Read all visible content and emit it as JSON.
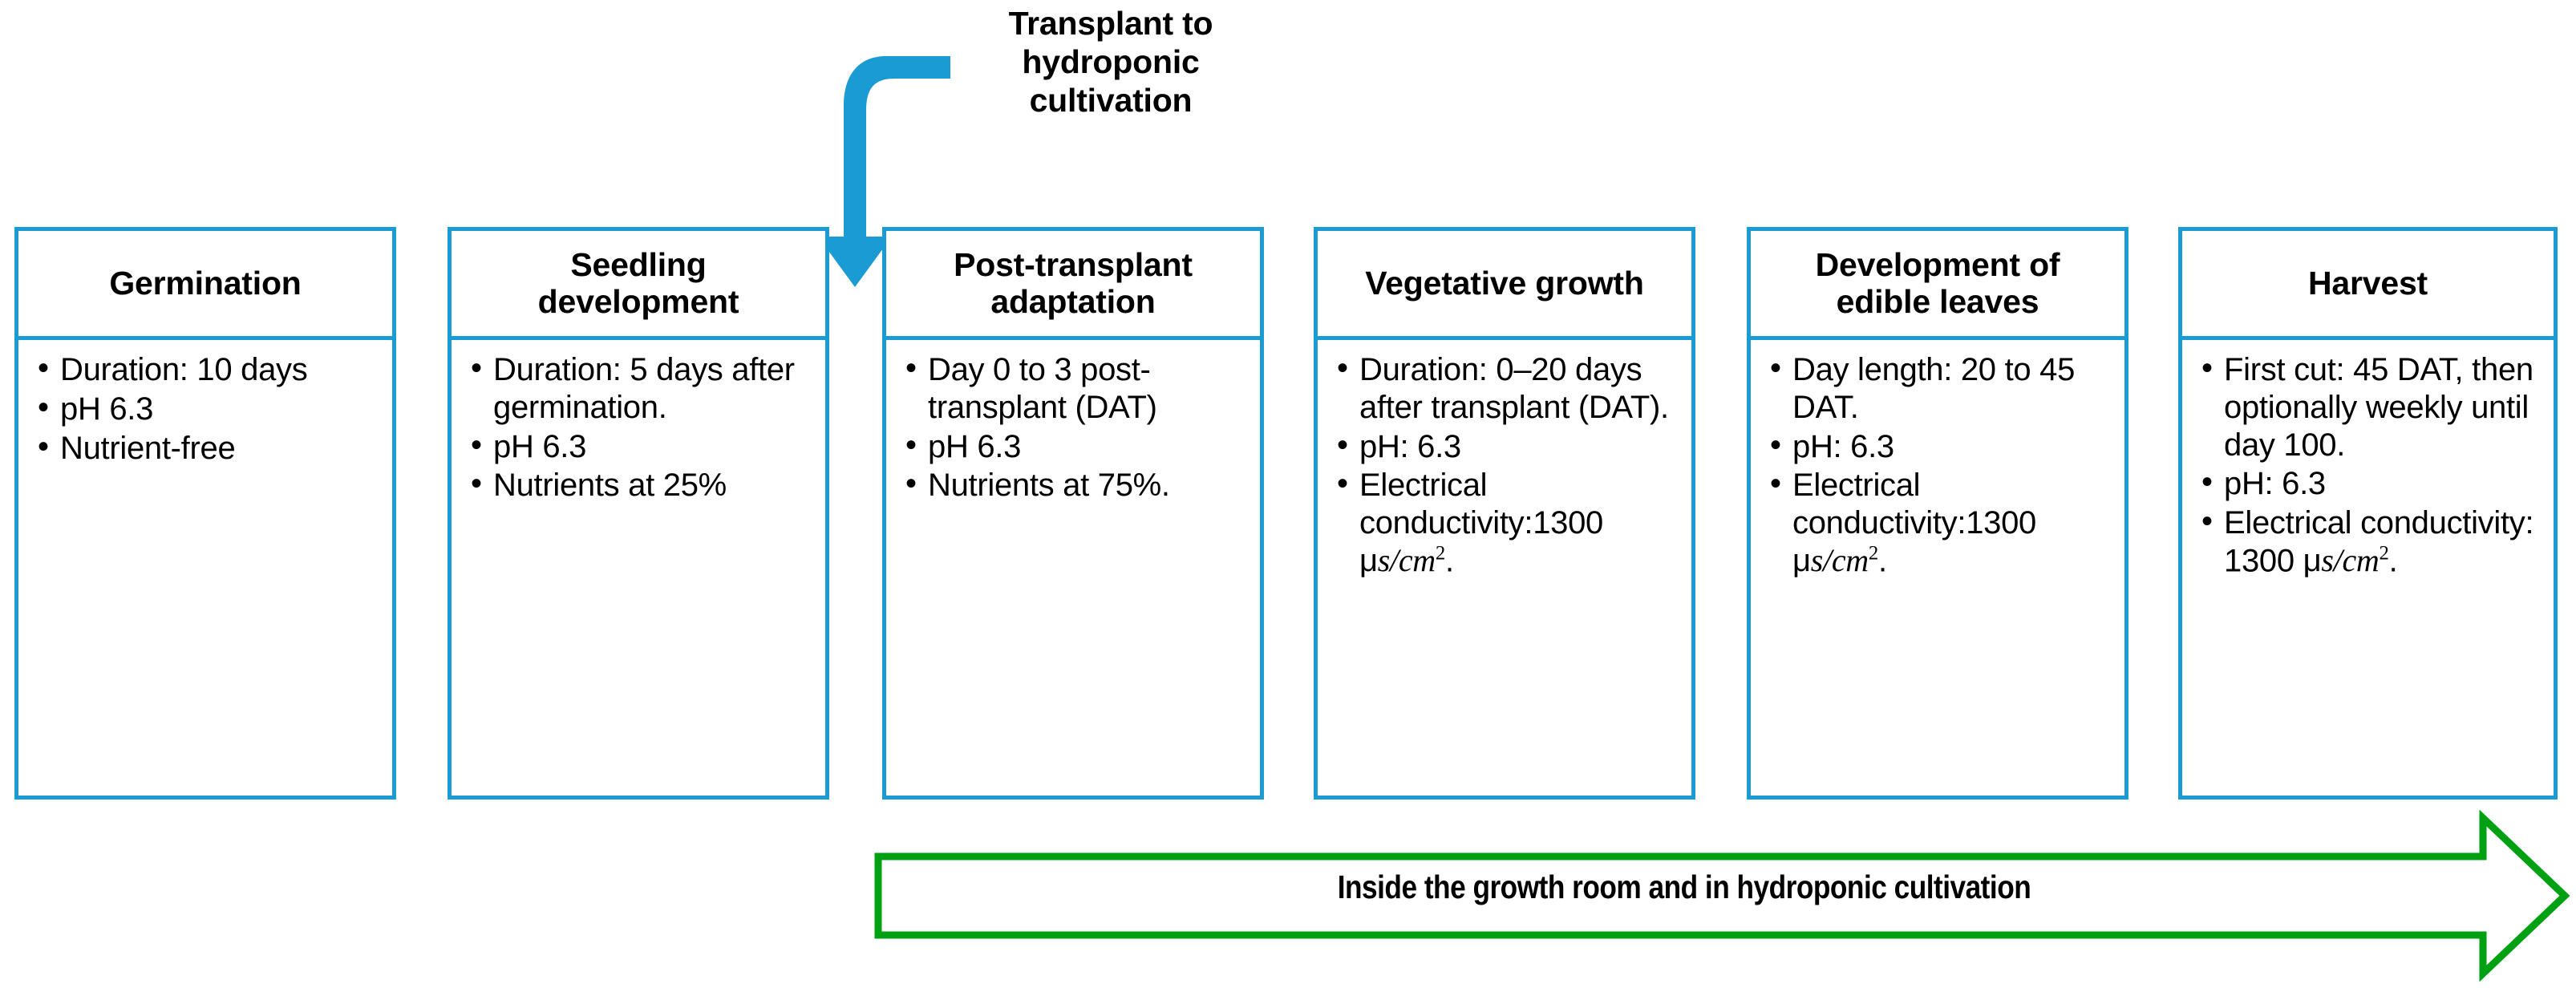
{
  "colors": {
    "box_border": "#1B9BD4",
    "arrow_blue": "#1B9BD4",
    "banner_green": "#00A013"
  },
  "transplant": {
    "label": "Transplant to hydroponic cultivation",
    "line1": "Transplant to",
    "line2": "hydroponic",
    "line3": "cultivation",
    "icon": "curved-down-arrow-icon"
  },
  "banner": {
    "label": "Inside the growth room and in hydroponic cultivation",
    "icon": "right-arrow-icon"
  },
  "stages": [
    {
      "title": "Germination",
      "title_line1": "Germination",
      "title_line2": "",
      "bullets": [
        "Duration: 10 days",
        "pH 6.3",
        "Nutrient-free"
      ]
    },
    {
      "title": "Seedling development",
      "title_line1": "Seedling",
      "title_line2": "development",
      "bullets": [
        "Duration: 5 days after germination.",
        "pH 6.3",
        "Nutrients at 25%"
      ]
    },
    {
      "title": "Post-transplant adaptation",
      "title_line1": "Post-transplant",
      "title_line2": "adaptation",
      "bullets": [
        "Day 0 to 3 post-transplant (DAT)",
        "pH 6.3",
        "Nutrients at 75%."
      ]
    },
    {
      "title": "Vegetative growth",
      "title_line1": "Vegetative growth",
      "title_line2": "",
      "bullets": [
        "Duration: 0–20 days after transplant (DAT).",
        "pH: 6.3"
      ],
      "ec_prefix": "Electrical conductivity:1300 ",
      "ec_unit_mu": "μ",
      "ec_unit_body": "s/cm",
      "ec_unit_exp": "2",
      "ec_suffix": "."
    },
    {
      "title": "Development of edible leaves",
      "title_line1": "Development of",
      "title_line2": "edible leaves",
      "bullets": [
        "Day length: 20 to 45 DAT.",
        "pH: 6.3"
      ],
      "ec_prefix": "Electrical conductivity:1300 ",
      "ec_unit_mu": "μ",
      "ec_unit_body": "s/cm",
      "ec_unit_exp": "2",
      "ec_suffix": "."
    },
    {
      "title": "Harvest",
      "title_line1": "Harvest",
      "title_line2": "",
      "bullets": [
        "First cut: 45 DAT, then optionally weekly until day 100.",
        "pH: 6.3"
      ],
      "ec_prefix": "Electrical conductivity: 1300 ",
      "ec_unit_mu": "μ",
      "ec_unit_body": "s/cm",
      "ec_unit_exp": "2",
      "ec_suffix": "."
    }
  ]
}
